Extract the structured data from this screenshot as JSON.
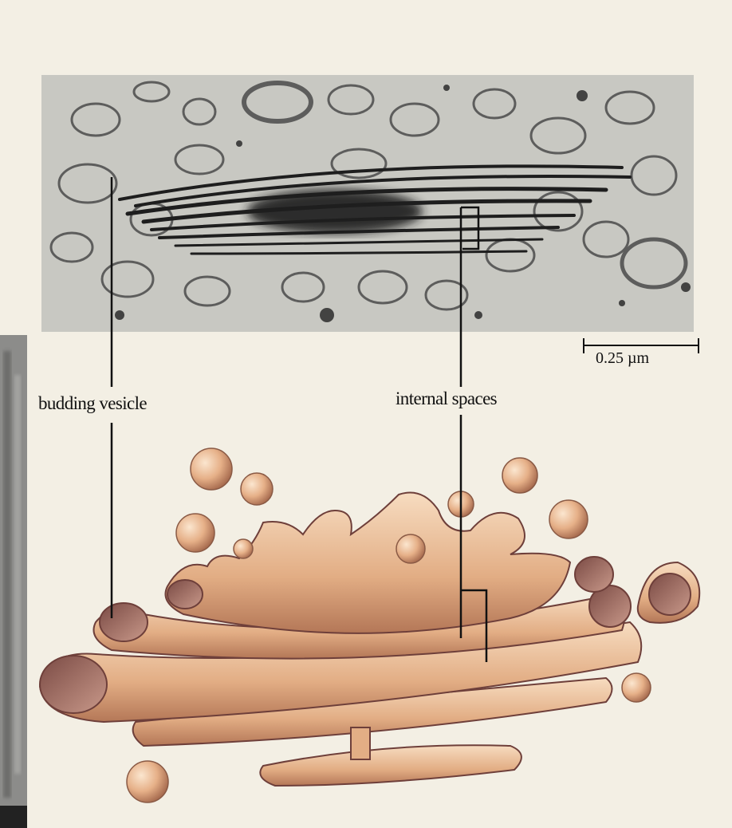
{
  "labels": {
    "budding_vesicle": "budding vesicle",
    "internal_spaces": "internal spaces",
    "scale_bar": "0.25 µm"
  },
  "colors": {
    "paper": "#f3efe4",
    "micrograph_bg": "#c9c9c4",
    "stack_dark": "#2a2a2a",
    "cisterna_light": "#f2c9a0",
    "cisterna_mid": "#d9a277",
    "cisterna_dark": "#6e3f3a",
    "line": "#111111"
  }
}
